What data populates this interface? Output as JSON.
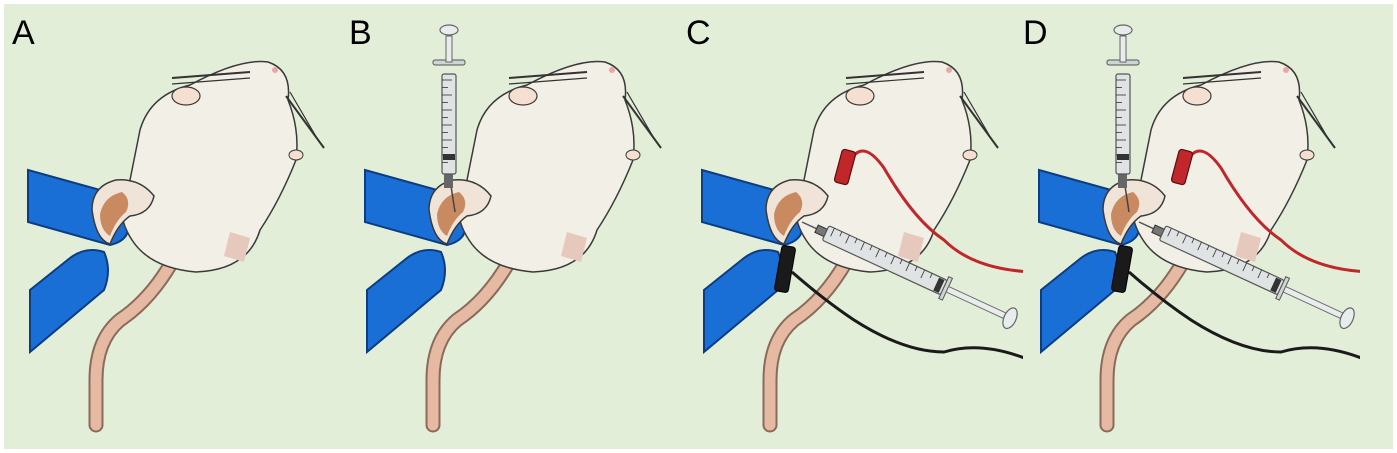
{
  "panels": [
    {
      "id": "A",
      "label": "A",
      "syringe_vertical": false,
      "electrodes": false,
      "syringe_angled": false
    },
    {
      "id": "B",
      "label": "B",
      "syringe_vertical": true,
      "electrodes": false,
      "syringe_angled": false
    },
    {
      "id": "C",
      "label": "C",
      "syringe_vertical": false,
      "electrodes": true,
      "syringe_angled": true
    },
    {
      "id": "D",
      "label": "D",
      "syringe_vertical": true,
      "electrodes": true,
      "syringe_angled": true
    }
  ],
  "colors": {
    "background": "#e3eed9",
    "fur": "#f2efe6",
    "ear_inner": "#c98a62",
    "tail": "#e6b9a3",
    "nose_holder": "#1a6fd6",
    "electrode_red": "#c0262a",
    "electrode_black": "#1a1a1a",
    "syringe_barrel": "#dfe3e3"
  },
  "icons": {
    "mouse": "mouse-illustration",
    "nose_cone": "anesthesia-nose-cone",
    "syringe": "syringe-icon",
    "electrode": "electrode-clip"
  }
}
